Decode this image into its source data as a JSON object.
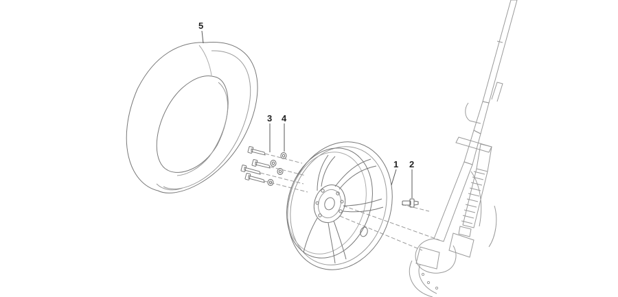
{
  "callouts": {
    "tire": "5",
    "bolt": "3",
    "washer": "4",
    "wheel_rim": "1",
    "valve": "2"
  },
  "colors": {
    "line": "#8a8a8a",
    "dark_line": "#555555",
    "label": "#222222",
    "background": "#ffffff"
  }
}
